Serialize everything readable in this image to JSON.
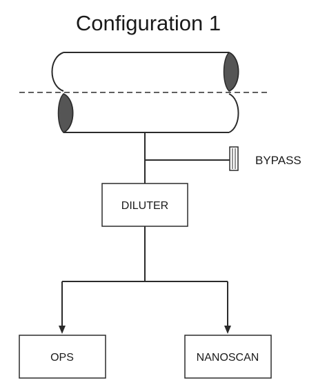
{
  "title": "Configuration 1",
  "bypass": {
    "label": "BYPASS"
  },
  "nodes": {
    "diluter": "DILUTER",
    "ops": "OPS",
    "nanoscan": "NANOSCAN"
  }
}
